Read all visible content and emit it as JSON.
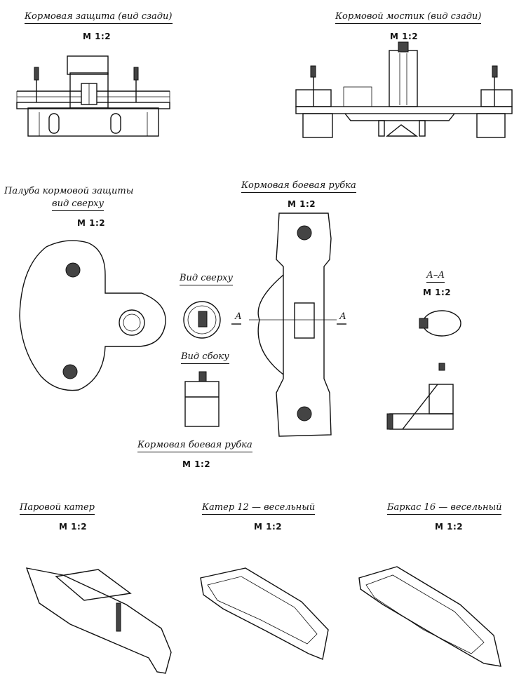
{
  "drawings": {
    "stern_guard": {
      "title": "Кормовая защита (вид сзади)",
      "scale": "М 1:2"
    },
    "stern_bridge": {
      "title": "Кормовой мостик (вид сзади)",
      "scale": "М 1:2"
    },
    "guard_deck": {
      "title_line1": "Палуба кормовой защиты",
      "title_line2": "вид сверху",
      "scale": "М 1:2"
    },
    "conning_tower_top": {
      "title": "Кормовая боевая рубка",
      "scale": "М 1:2",
      "section_mark": "А"
    },
    "views": {
      "top_view": "Вид сверху",
      "side_view": "Вид сбоку"
    },
    "conning_tower_caption": {
      "title": "Кормовая боевая рубка",
      "scale": "М 1:2"
    },
    "section_aa": {
      "title": "А–А",
      "scale": "М 1:2"
    },
    "steam_launch": {
      "title": "Паровой катер",
      "scale": "М 1:2"
    },
    "cutter_12": {
      "title": "Катер 12 — весельный",
      "scale": "М 1:2"
    },
    "longboat_16": {
      "title": "Баркас 16 — весельный",
      "scale": "М 1:2"
    }
  }
}
